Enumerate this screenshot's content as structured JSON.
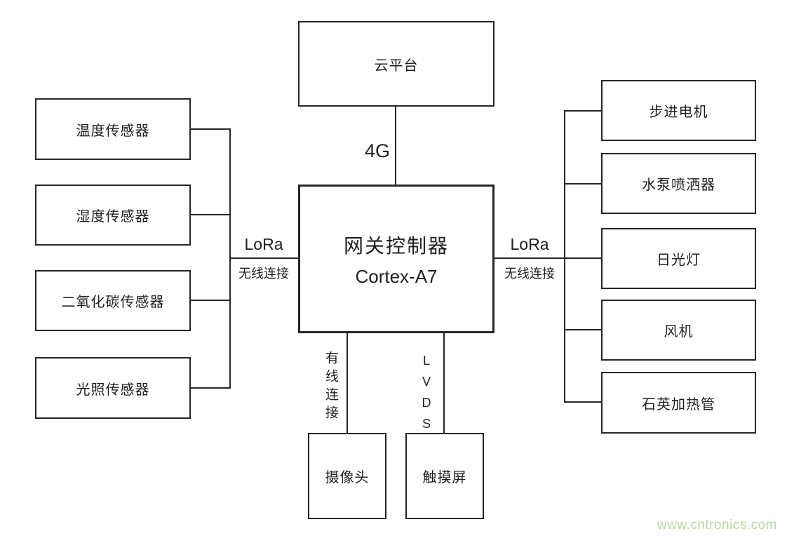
{
  "nodes": {
    "cloud": {
      "label": "云平台"
    },
    "gateway": {
      "title": "网关控制器",
      "subtitle": "Cortex-A7"
    },
    "sensors": [
      {
        "label": "温度传感器"
      },
      {
        "label": "湿度传感器"
      },
      {
        "label": "二氧化碳传感器"
      },
      {
        "label": "光照传感器"
      }
    ],
    "actuators": [
      {
        "label": "步进电机"
      },
      {
        "label": "水泵喷洒器"
      },
      {
        "label": "日光灯"
      },
      {
        "label": "风机"
      },
      {
        "label": "石英加热管"
      }
    ],
    "camera": {
      "label": "摄像头"
    },
    "touchscreen": {
      "label": "触摸屏"
    }
  },
  "links": {
    "cloud_link": "4G",
    "left_protocol": "LoRa",
    "left_mode": "无线连接",
    "right_protocol": "LoRa",
    "right_mode": "无线连接",
    "camera_link": "有线连接",
    "touchscreen_link": "LVDS"
  },
  "colors": {
    "line": "#262626",
    "watermark": "#b6d89e"
  },
  "watermark": {
    "text": "www.cntronics.com"
  }
}
